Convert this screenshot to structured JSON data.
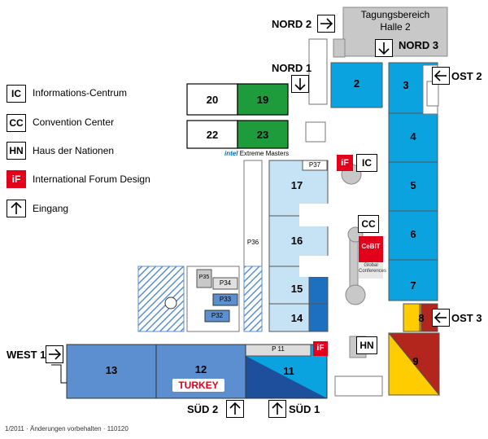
{
  "legend": [
    {
      "code": "IC",
      "label": "Informations-Centrum"
    },
    {
      "code": "CC",
      "label": "Convention Center"
    },
    {
      "code": "HN",
      "label": "Haus der Nationen"
    },
    {
      "code": "iF",
      "label": "International Forum Design"
    },
    {
      "code": "",
      "label": "Eingang"
    }
  ],
  "halls": {
    "h2": "2",
    "h3": "3",
    "h4": "4",
    "h5": "5",
    "h6": "6",
    "h7": "7",
    "h8": "8",
    "h9": "9",
    "h11": "11",
    "h12": "12",
    "h13": "13",
    "h14": "14",
    "h15": "15",
    "h16": "16",
    "h17": "17",
    "h19": "19",
    "h20": "20",
    "h22": "22",
    "h23": "23"
  },
  "pavilions": {
    "p11": "P 11",
    "p32": "P32",
    "p33": "P33",
    "p34": "P34",
    "p35": "P35",
    "p36": "P36",
    "p37": "P37"
  },
  "tagung": {
    "line1": "Tagungsbereich",
    "line2": "Halle 2"
  },
  "entrances": {
    "nord1": "NORD 1",
    "nord2": "NORD 2",
    "nord3": "NORD 3",
    "ost2": "OST 2",
    "ost3": "OST 3",
    "west1": "WEST 1",
    "sued1": "SÜD 1",
    "sued2": "SÜD 2"
  },
  "markers": {
    "ic": "IC",
    "cc": "CC",
    "hn": "HN"
  },
  "branding": {
    "intel_logo": "intel",
    "intel_text": "Extreme Masters",
    "turkey": "TURKEY",
    "cebit": "CeBIT",
    "cebit_sub": "Global",
    "cebit_sub2": "Conferences",
    "if_logo": "iF"
  },
  "footer": "1/2011 · Änderungen vorbehalten · 110120",
  "colors": {
    "blue_bright": "#0aa3e0",
    "blue_light": "#c5e3f5",
    "blue_mid": "#5b8fcf",
    "blue_dark": "#1d4f9c",
    "green": "#1e9b3a",
    "gray": "#c8c8c8",
    "orange": "#f29400",
    "yellow": "#ffcc00",
    "dark_red": "#b3261e",
    "if_red": "#e2001a"
  }
}
